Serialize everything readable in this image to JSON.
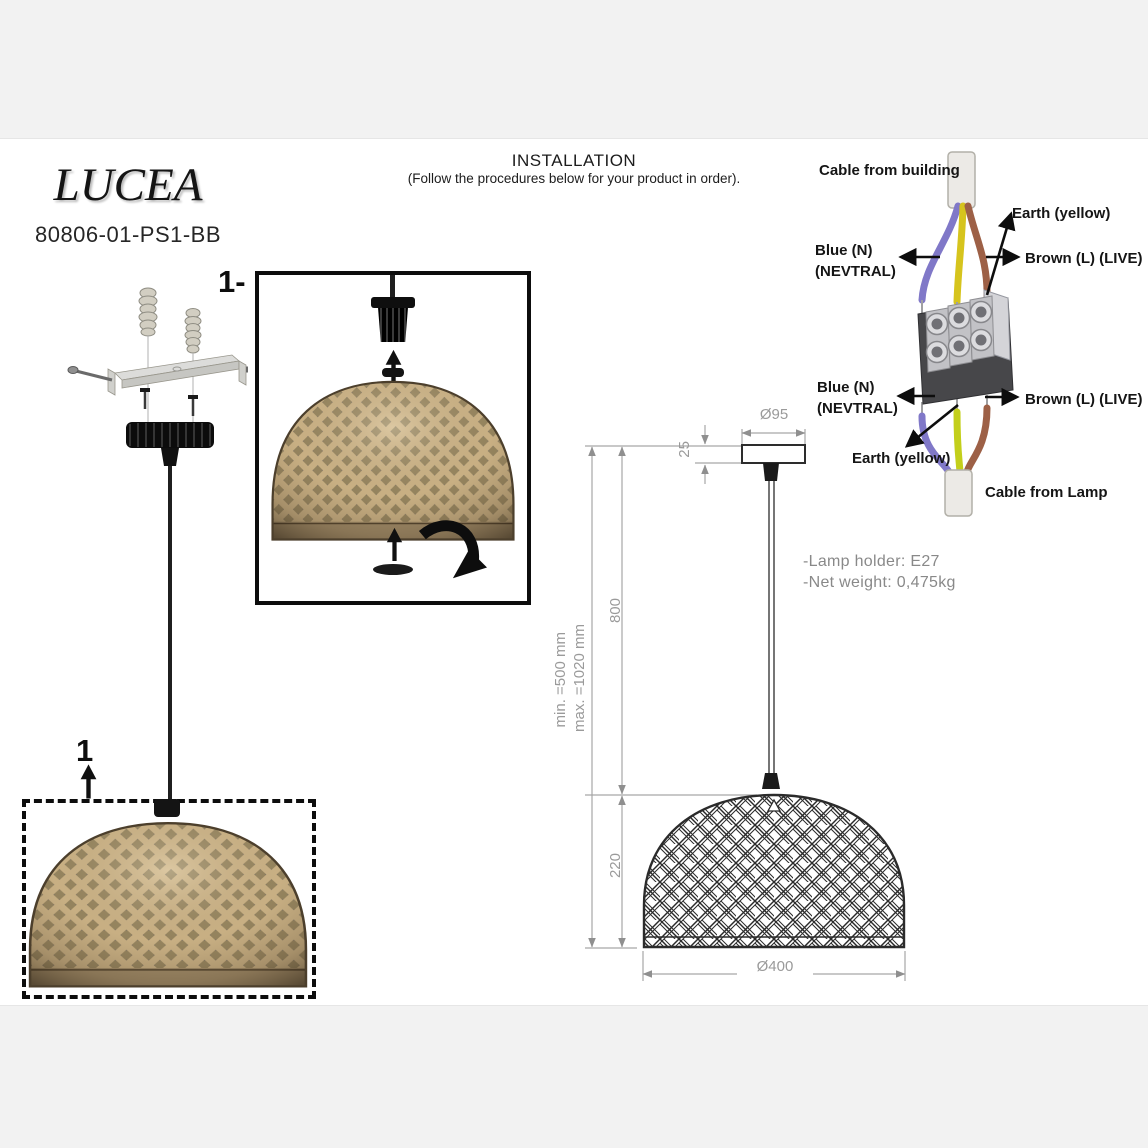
{
  "header": {
    "title": "INSTALLATION",
    "subtitle": "(Follow the procedures below for your product in order)."
  },
  "brand": {
    "name": "LUCEA",
    "model": "80806-01-PS1-BB"
  },
  "labels": {
    "detail_step": "1-",
    "step_one": "1"
  },
  "specs": {
    "lamp_holder": "-Lamp holder: E27",
    "net_weight": "-Net weight: 0,475kg"
  },
  "dimensions": {
    "canopy_diameter": "Ø95",
    "canopy_height": "25",
    "suspension": "800",
    "shade_height": "220",
    "shade_diameter": "Ø400",
    "min": "min. =500 mm",
    "max": "max. =1020 mm"
  },
  "wiring": {
    "cable_from_building": "Cable from building",
    "cable_from_lamp": "Cable from Lamp",
    "top": {
      "earth": "Earth (yellow)",
      "blue1": "Blue (N)",
      "blue2": "(NEVTRAL)",
      "brown": "Brown (L) (LIVE)"
    },
    "bottom": {
      "earth": "Earth (yellow)",
      "blue1": "Blue (N)",
      "blue2": "(NEVTRAL)",
      "brown": "Brown (L) (LIVE)"
    },
    "wire_colors": {
      "blue": "#8078c8",
      "yellow": "#d6c41d",
      "green_yellow": "#c3cf1b",
      "brown": "#9d6046"
    }
  },
  "palette": {
    "page_bg": "#f2f2f2",
    "sheet_bg": "#ffffff",
    "shade_gold": "#cdb487",
    "cad_line_gray": "#a6a6a6",
    "cad_text_gray": "#9a9a9a",
    "ink": "#0d0d0d"
  }
}
